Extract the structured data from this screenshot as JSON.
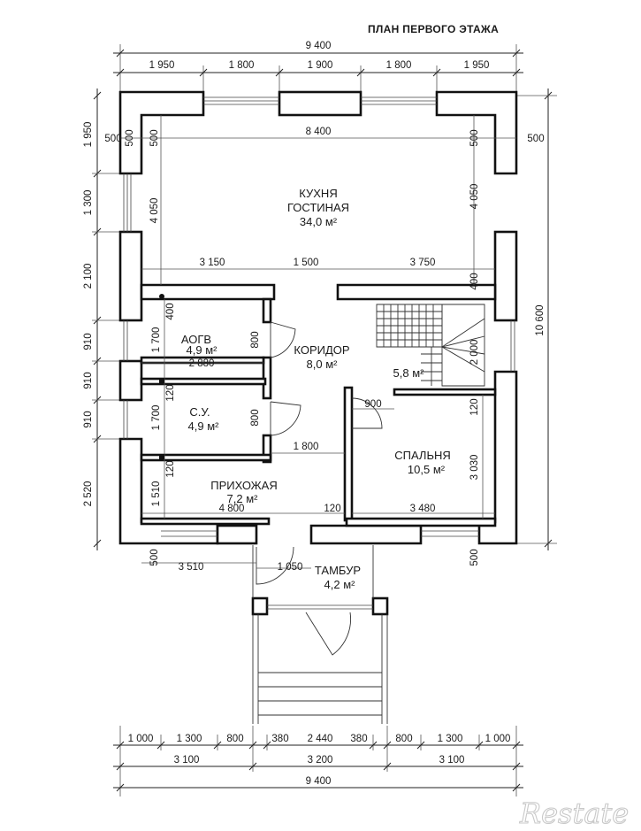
{
  "title": "ПЛАН ПЕРВОГО ЭТАЖА",
  "watermark": "Restate",
  "rooms": {
    "kitchen": {
      "name1": "КУХНЯ",
      "name2": "ГОСТИНАЯ",
      "area": "34,0 м²"
    },
    "aogv": {
      "name": "АОГВ",
      "area": "4,9 м²"
    },
    "corridor": {
      "name": "КОРИДОР",
      "area": "8,0 м²"
    },
    "stairs": {
      "area": "5,8 м²"
    },
    "wc": {
      "name": "С.У.",
      "area": "4,9 м²"
    },
    "bedroom": {
      "name": "СПАЛЬНЯ",
      "area": "10,5 м²"
    },
    "hall": {
      "name": "ПРИХОЖАЯ",
      "area": "7,2 м²"
    },
    "vestibule": {
      "name": "ТАМБУР",
      "area": "4,2 м²"
    }
  },
  "dims": {
    "top_total": "9 400",
    "top_1": "1 950",
    "top_2": "1 800",
    "top_3": "1 900",
    "top_4": "1 800",
    "top_5": "1 950",
    "left_1": "1 950",
    "left_2": "1 300",
    "left_3": "2 100",
    "left_4": "910",
    "left_5": "910",
    "left_6": "910",
    "left_7": "2 520",
    "right_total": "10 600",
    "wall_500": "500",
    "kitchen_width": "8 400",
    "kitchen_depth": "4 050",
    "mid_3150": "3 150",
    "mid_1500": "1 500",
    "mid_3750": "3 750",
    "d400": "400",
    "d1700": "1 700",
    "d800": "800",
    "d2880": "2 880",
    "d120": "120",
    "d2000": "2 000",
    "d900": "900",
    "d1800": "1 800",
    "d3030": "3 030",
    "d1510": "1 510",
    "d4800": "4 800",
    "d3480": "3 480",
    "d3510": "3 510",
    "d1050": "1 050",
    "bot_1000": "1 000",
    "bot_1300": "1 300",
    "bot_800": "800",
    "bot_380": "380",
    "bot_2440": "2 440",
    "bot_3100": "3 100",
    "bot_3200": "3 200",
    "bot_total": "9 400"
  }
}
